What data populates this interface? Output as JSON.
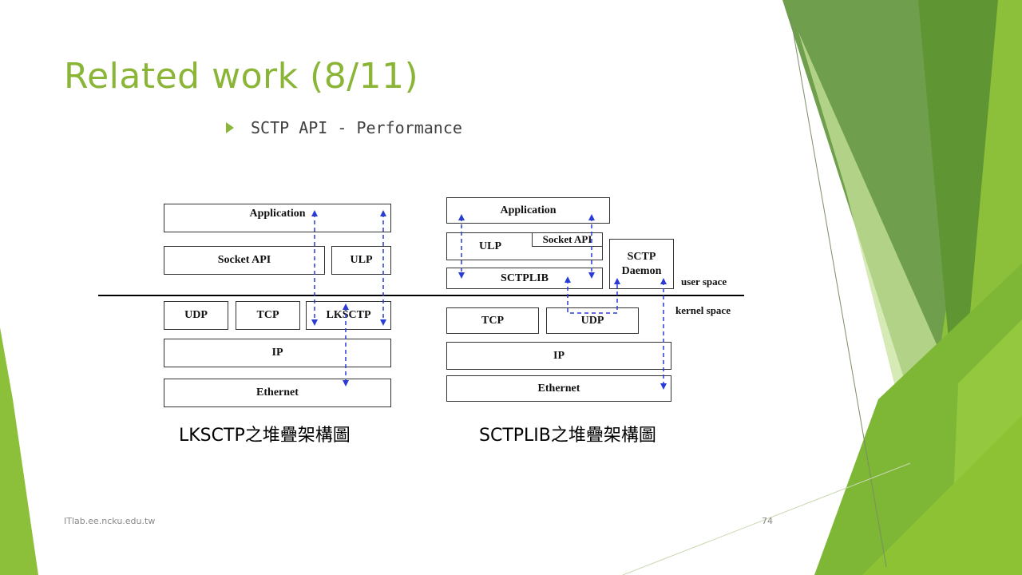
{
  "slide": {
    "title": "Related work (8/11)",
    "bullet": "SCTP API - Performance",
    "footer_left": "ITlab.ee.ncku.edu.tw",
    "page_number": "74"
  },
  "colors": {
    "title": "#8ab536",
    "accent_green": "#8ab536",
    "arrow_blue": "#2a3bd6"
  },
  "diagram_lksctp": {
    "caption": "LKSCTP之堆疊架構圖",
    "boxes": {
      "application": "Application",
      "socket_api": "Socket API",
      "ulp": "ULP",
      "udp": "UDP",
      "tcp": "TCP",
      "lksctp": "LKSCTP",
      "ip": "IP",
      "ethernet": "Ethernet"
    }
  },
  "diagram_sctplib": {
    "caption": "SCTPLIB之堆疊架構圖",
    "boxes": {
      "application": "Application",
      "ulp": "ULP",
      "socket_api": "Socket API",
      "sctplib": "SCTPLIB",
      "sctp_daemon_line1": "SCTP",
      "sctp_daemon_line2": "Daemon",
      "tcp": "TCP",
      "udp": "UDP",
      "ip": "IP",
      "ethernet": "Ethernet"
    },
    "user_space_label": "user space",
    "kernel_space_label": "kernel space"
  }
}
